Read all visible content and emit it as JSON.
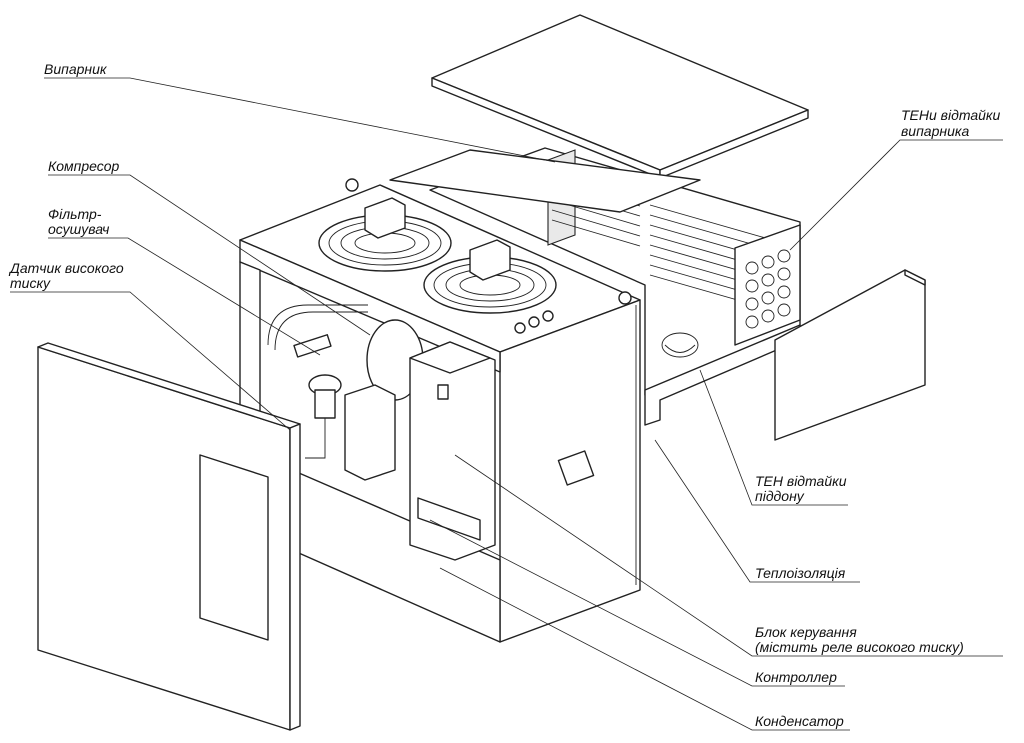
{
  "labels": {
    "evaporator": "Випарник",
    "compressor": "Компресор",
    "filter_line1": "Фільтр-",
    "filter_line2": "осушувач",
    "sensor_line1": "Датчик високого",
    "sensor_line2": "тиску",
    "heaters_line1": "ТЕНи відтайки",
    "heaters_line2": "випарника",
    "tray_heater_line1": "ТЕН відтайки",
    "tray_heater_line2": "піддону",
    "insulation": "Теплоізоляція",
    "control_line1": "Блок керування",
    "control_line2": "(містить реле високого тиску)",
    "controller": "Контроллер",
    "condenser": "Конденсатор"
  },
  "colors": {
    "line": "#222222",
    "background": "#ffffff"
  }
}
